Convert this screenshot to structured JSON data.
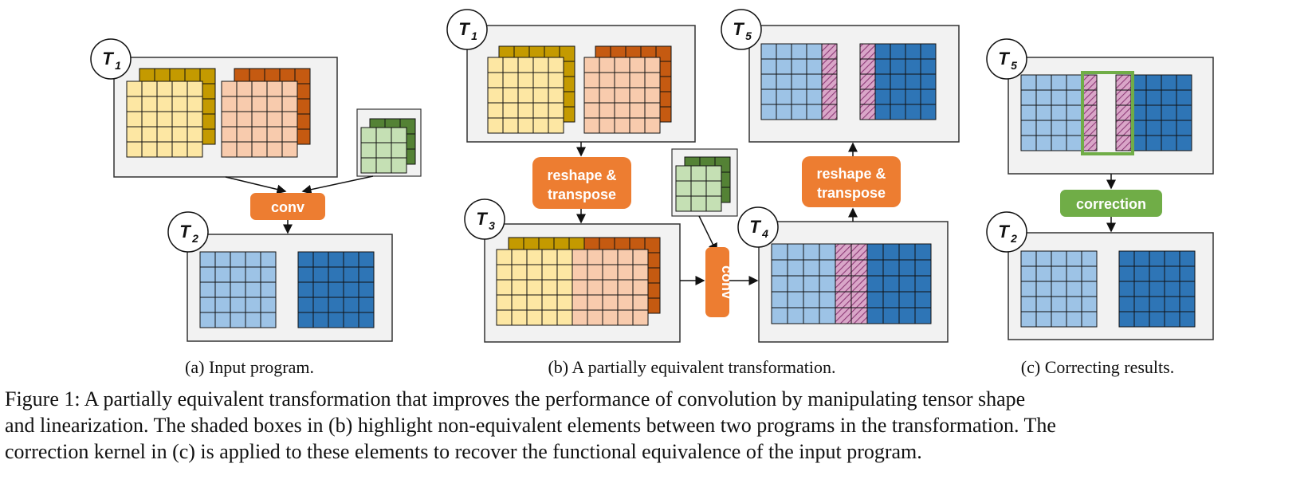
{
  "colors": {
    "panel_bg": "#f2f2f2",
    "panel_border": "#333333",
    "input_front": "#fde7a3",
    "input_back": "#c49a00",
    "input2_front": "#f8cbad",
    "input2_back": "#c55a11",
    "kernel_front": "#c5e0b4",
    "kernel_back": "#548235",
    "out_light": "#9dc3e6",
    "out_dark": "#2e75b6",
    "op_orange": "#ed7d31",
    "op_green": "#70ad47",
    "hatch": "#a0568a"
  },
  "tensors": {
    "t1": "T1",
    "t2": "T2",
    "t3": "T3",
    "t4": "T4",
    "t5": "T5",
    "label_letter": "T",
    "sub_1": "1",
    "sub_2": "2",
    "sub_3": "3",
    "sub_4": "4",
    "sub_5": "5"
  },
  "operators": {
    "conv": "conv",
    "reshape_line1": "reshape &",
    "reshape_line2": "transpose",
    "correction": "correction"
  },
  "captions": {
    "a": "(a)  Input program.",
    "b": "(b)  A partially equivalent transformation.",
    "c": "(c)  Correcting results."
  },
  "figure_caption": {
    "line1": "Figure 1: A partially equivalent transformation that improves the performance of convolution by manipulating tensor shape",
    "line2": "and linearization. The shaded boxes in (b) highlight non-equivalent elements between two programs in the transformation. The",
    "line3": "correction kernel in (c) is applied to these elements to recover the functional equivalence of the input program."
  }
}
